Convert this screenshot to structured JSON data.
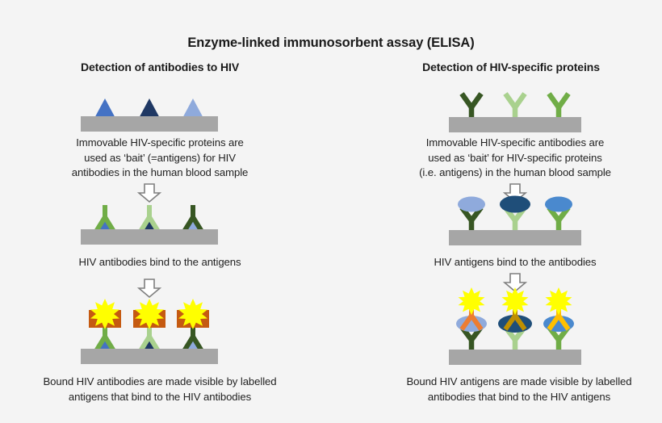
{
  "figure": {
    "title": "Enzyme-linked immunosorbent assay (ELISA)",
    "background_color": "#f4f4f4"
  },
  "palette": {
    "plate_gray": "#a6a6a6",
    "antigen_blue_medium": "#4472c4",
    "antigen_blue_dark": "#1f3864",
    "antigen_blue_light": "#8faadc",
    "antibody_green_dark": "#375623",
    "antibody_green_light": "#a9d18e",
    "antibody_green_medium": "#70ad47",
    "label_orange": "#c55a11",
    "label_orange_light": "#ed7d31",
    "label_gold": "#bf8f00",
    "label_yellow": "#ffc000",
    "star_yellow": "#ffff00",
    "arrow_outline": "#7f7f7f",
    "text": "#1a1a1a"
  },
  "columns": [
    {
      "id": "detection-of-antibodies",
      "heading": "Detection of antibodies to HIV",
      "steps": [
        {
          "id": "step-1-coated-antigens",
          "caption": "Immovable HIV-specific proteins are\nused as ‘bait’ (=antigens) for HIV\nantibodies in the human blood sample",
          "caption_lines": [
            "Immovable HIV-specific proteins are",
            "used as ‘bait’ (=antigens) for HIV",
            "antibodies in the human blood sample"
          ]
        },
        {
          "id": "step-2-antibodies-bound",
          "caption": "HIV antibodies bind to the antigens",
          "caption_lines": [
            "HIV antibodies bind to the antigens"
          ]
        },
        {
          "id": "step-3-labelled-antigens",
          "caption": "Bound HIV antibodies are made visible by labelled\nantigens that bind to the HIV antibodies",
          "caption_lines": [
            "Bound HIV antibodies are made visible by labelled",
            "antigens that bind to the HIV antibodies"
          ]
        }
      ]
    },
    {
      "id": "detection-of-proteins",
      "heading": "Detection of HIV-specific proteins",
      "steps": [
        {
          "id": "step-1-coated-antibodies",
          "caption": "Immovable HIV-specific antibodies are\nused as ‘bait’ for HIV-specific proteins\n(i.e. antigens) in the human blood sample",
          "caption_lines": [
            "Immovable HIV-specific antibodies are",
            "used as ‘bait’ for HIV-specific proteins",
            "(i.e. antigens) in the human blood sample"
          ]
        },
        {
          "id": "step-2-antigens-bound",
          "caption": "HIV antigens bind to the antibodies",
          "caption_lines": [
            "HIV antigens bind to the antibodies"
          ]
        },
        {
          "id": "step-3-labelled-antibodies",
          "caption": "Bound HIV antigens are made visible by labelled\nantibodies that bind to the HIV antigens",
          "caption_lines": [
            "Bound HIV antigens are made visible by labelled",
            "antibodies that bind to the HIV antigens"
          ]
        }
      ]
    }
  ],
  "arrows": {
    "glyph": "down-arrow",
    "count": 4
  }
}
